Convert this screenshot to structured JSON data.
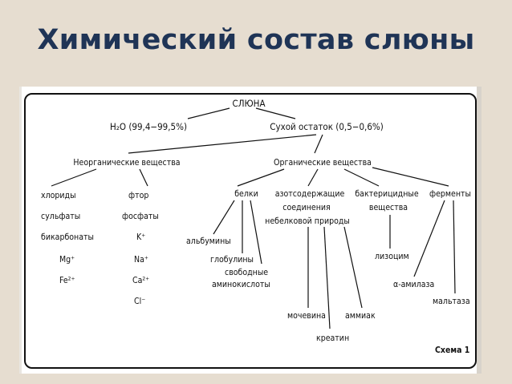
{
  "title": "Химический состав слюны",
  "diagram": {
    "root": "СЛЮНА",
    "water": "H₂O (99,4−99,5%)",
    "dry": "Сухой остаток (0,5−0,6%)",
    "inorganic": "Неорганические вещества",
    "organic": "Органические вещества",
    "inorganic_left": [
      "хлориды",
      "сульфаты",
      "бикарбонаты",
      "Mg⁺",
      "Fe²⁺"
    ],
    "inorganic_right": [
      "фтор",
      "фосфаты",
      "K⁺",
      "Na⁺",
      "Ca²⁺",
      "Cl⁻"
    ],
    "organic_groups": [
      "белки",
      "азотсодержащие",
      "соединения",
      "небелковой природы",
      "бактерицидные",
      "вещества",
      "ферменты"
    ],
    "proteins": [
      "альбумины",
      "глобулины",
      "свободные",
      "аминокислоты"
    ],
    "nitrogen": [
      "мочевина",
      "креатин",
      "аммиак"
    ],
    "bactericidal": [
      "лизоцим"
    ],
    "enzymes": [
      "α-амилаза",
      "мальтаза"
    ],
    "caption": "Схема 1"
  }
}
